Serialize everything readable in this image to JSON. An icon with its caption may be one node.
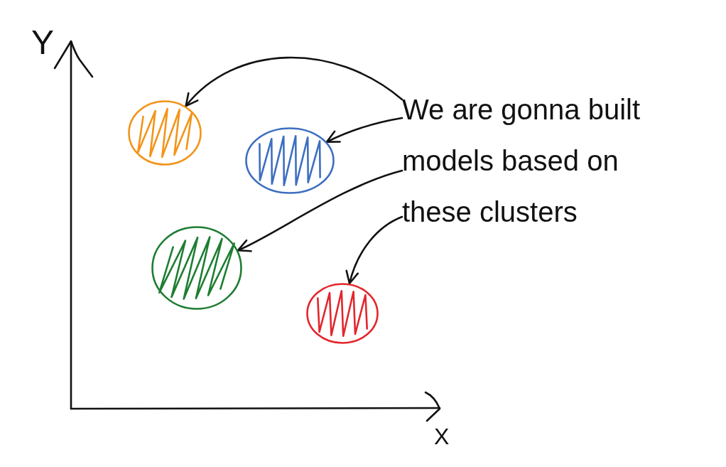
{
  "diagram": {
    "nodes": [
      {
        "text": [
          "We are gonna built models based on these clusters"
        ]
      },
      {
        "text": [],
        "shape": "circle"
      },
      {
        "text": [],
        "shape": "circle"
      },
      {
        "text": [],
        "shape": "circle"
      },
      {
        "text": [],
        "shape": "circle"
      }
    ],
    "edges": [
      {
        "from": 0,
        "to": 1,
        "arrow": "to"
      },
      {
        "from": 0,
        "to": 2,
        "arrow": "to"
      },
      {
        "from": 0,
        "to": 3,
        "arrow": "to"
      },
      {
        "from": 0,
        "to": 4,
        "arrow": "to"
      }
    ],
    "labels": [
      "Y",
      "X"
    ]
  }
}
